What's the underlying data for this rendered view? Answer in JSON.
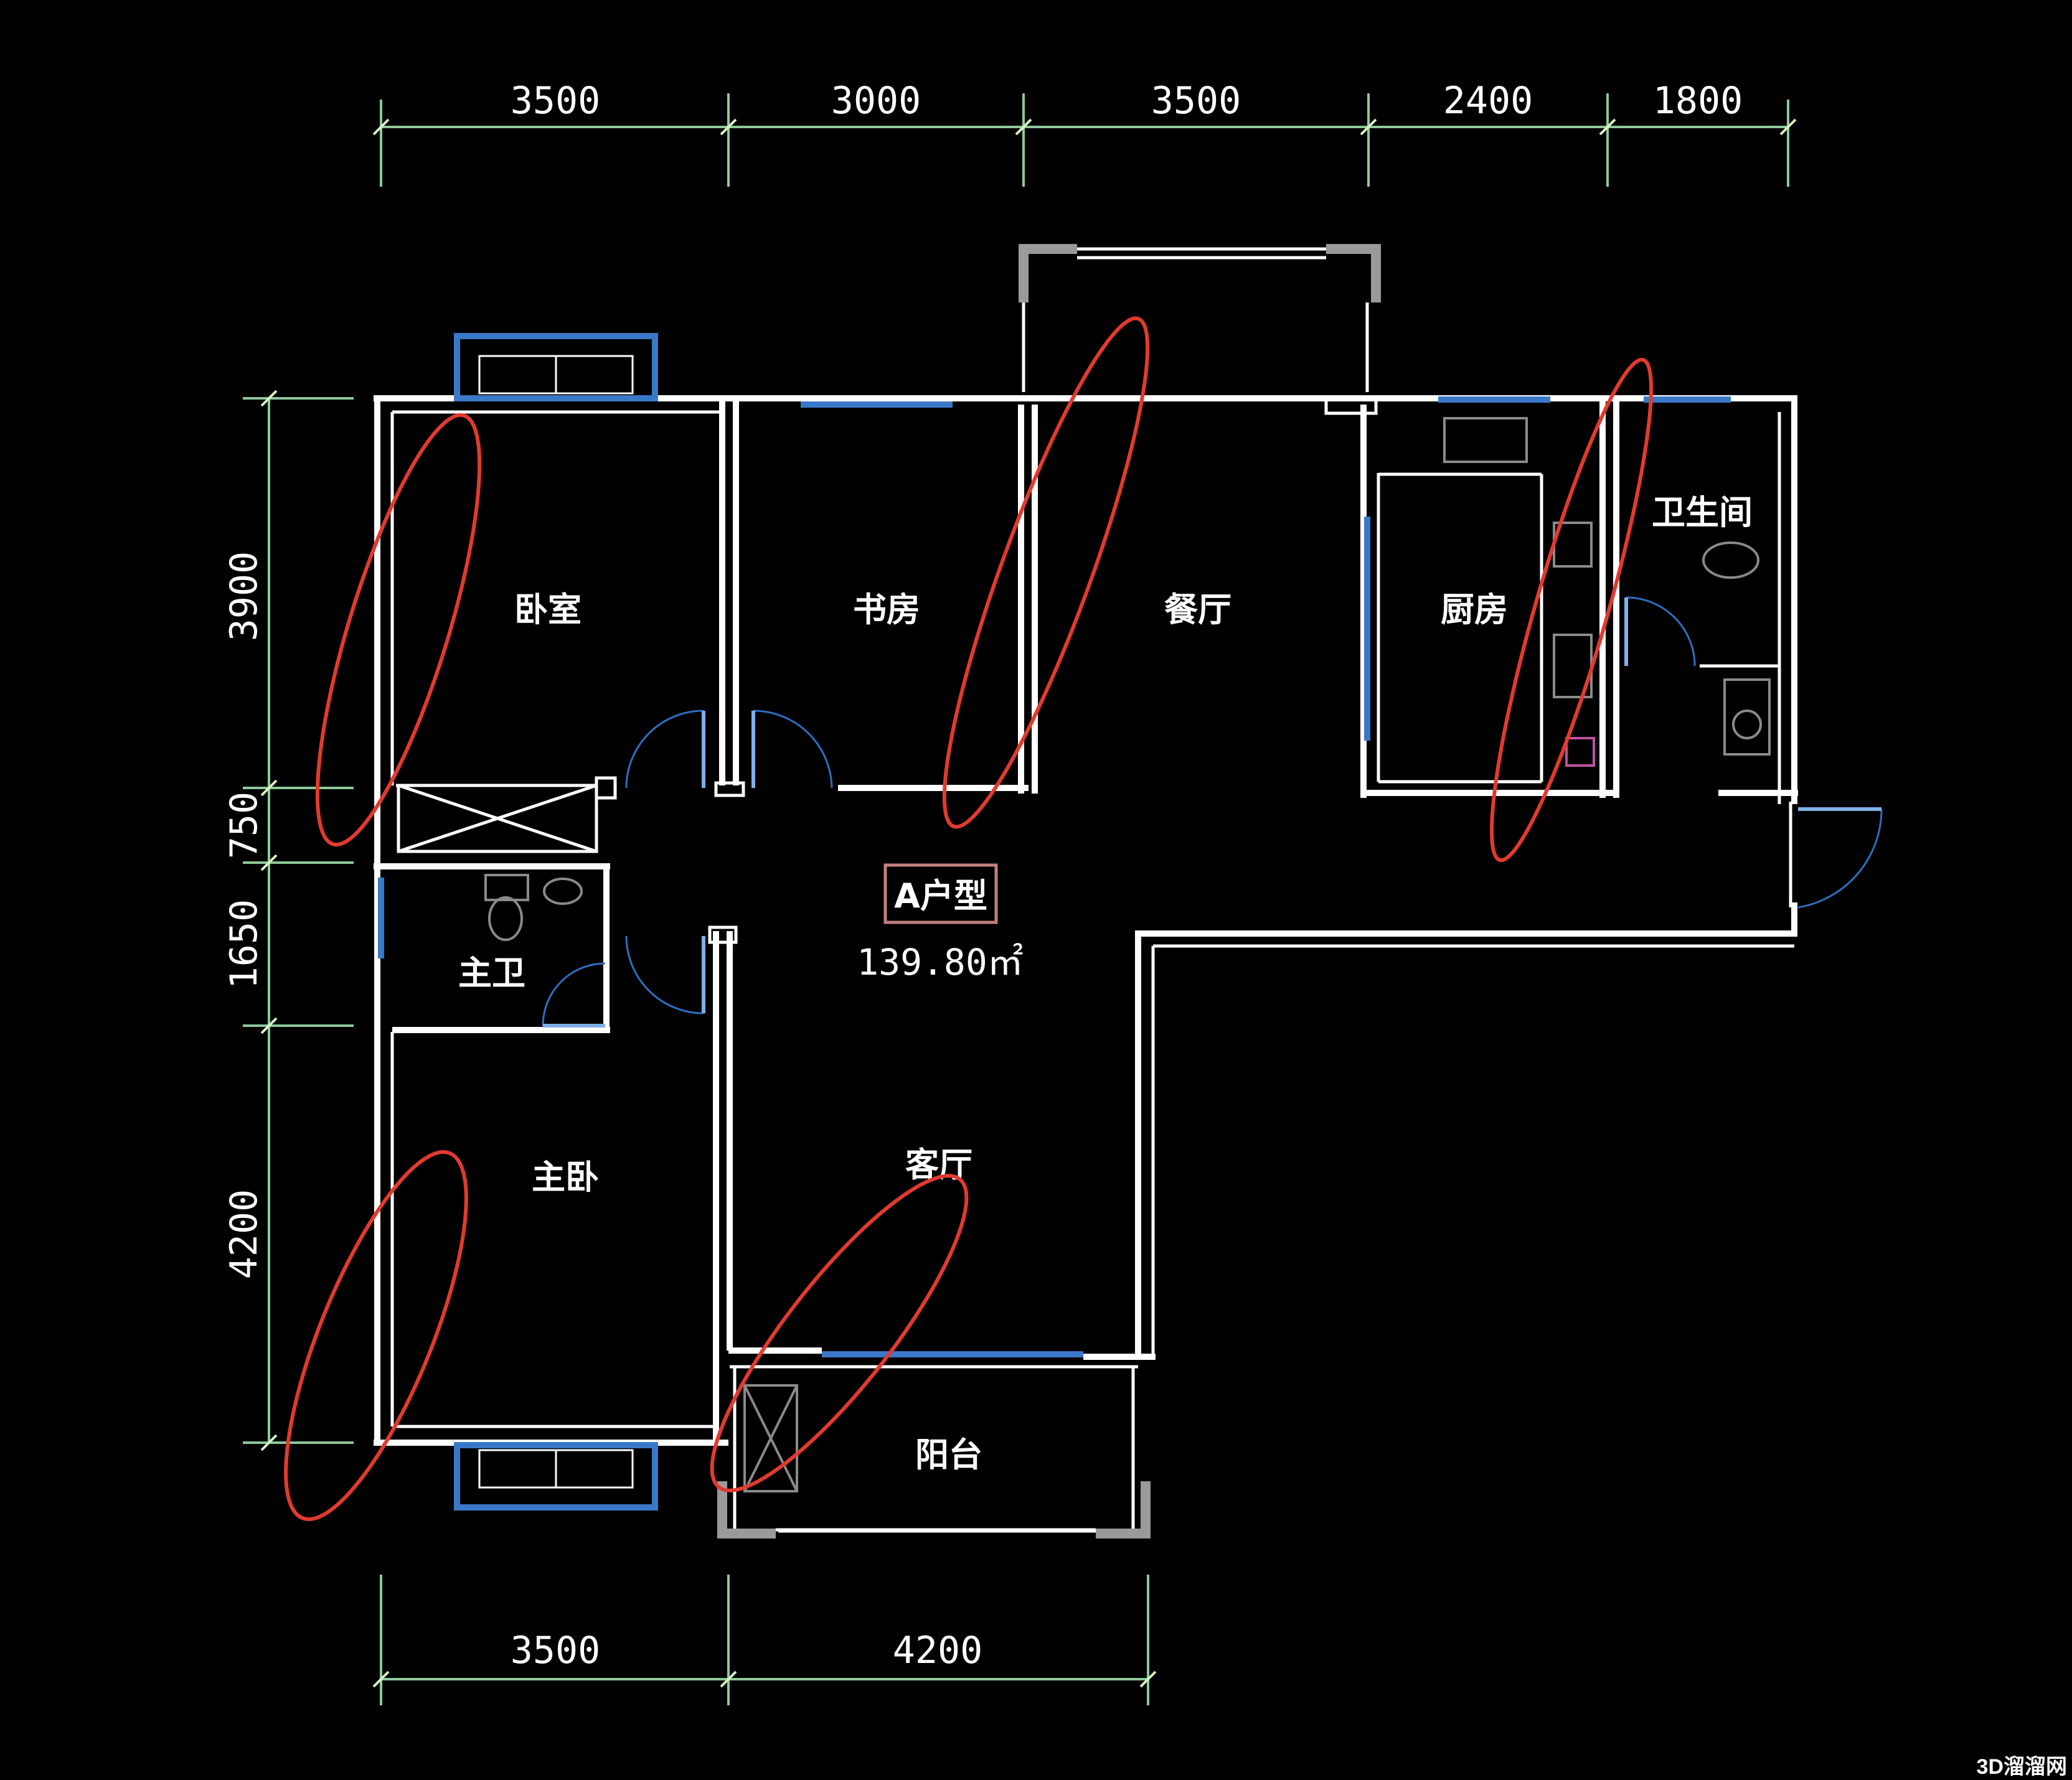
{
  "dimensions": {
    "top": [
      "3500",
      "3000",
      "3500",
      "2400",
      "1800"
    ],
    "bottom": [
      "3500",
      "4200"
    ],
    "left": [
      "3900",
      "750",
      "1650",
      "4200"
    ]
  },
  "rooms": {
    "bedroom": "卧室",
    "study": "书房",
    "dining": "餐厅",
    "kitchen": "厨房",
    "bathroom": "卫生间",
    "master_bath": "主卫",
    "master_bedroom": "主卧",
    "living": "客厅",
    "balcony": "阳台"
  },
  "unit": {
    "label": "A户型",
    "area": "139.80㎡"
  },
  "watermark": "3D溜溜网",
  "colors": {
    "background": "#000000",
    "wall": "#ffffff",
    "window": "#3a78c8",
    "dimension": "#8fc99a",
    "highlight": "#e23a2f"
  }
}
